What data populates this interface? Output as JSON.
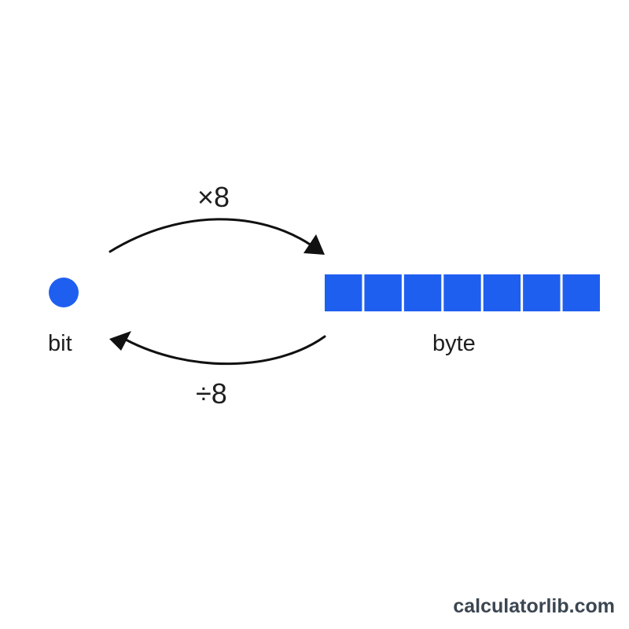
{
  "colors": {
    "accent": "#1f5ff0",
    "arrow": "#111111",
    "text": "#1f1f1f",
    "watermark": "#3b4651"
  },
  "bit": {
    "label": "bit",
    "count": 1
  },
  "byte": {
    "label": "byte",
    "bit_count": 7
  },
  "conversion": {
    "multiply_label": "×8",
    "divide_label": "÷8"
  },
  "watermark": {
    "text": "calculatorlib.com"
  }
}
